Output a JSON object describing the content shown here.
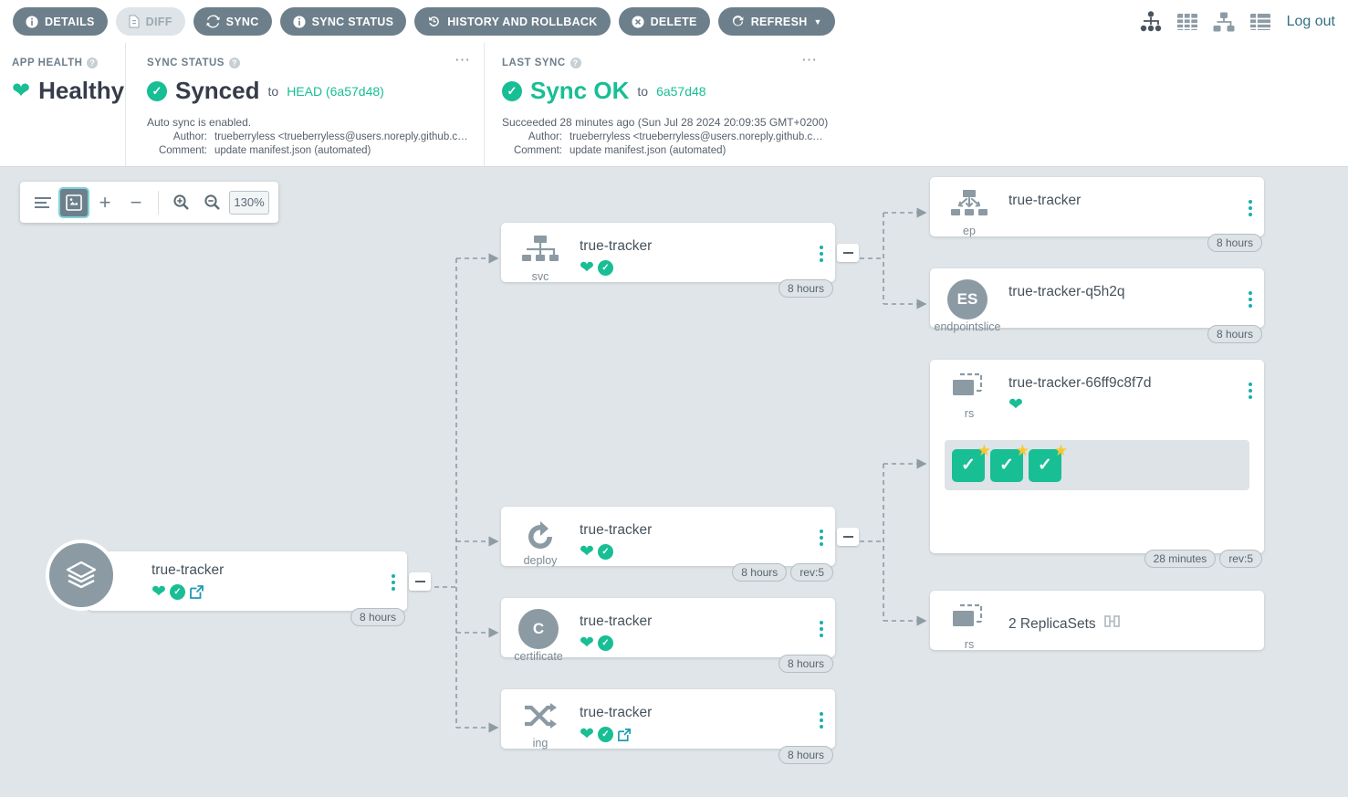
{
  "toolbar": {
    "buttons": [
      {
        "label": "DETAILS",
        "icon": "info-icon",
        "disabled": false
      },
      {
        "label": "DIFF",
        "icon": "file-diff-icon",
        "disabled": true
      },
      {
        "label": "SYNC",
        "icon": "sync-icon",
        "disabled": false
      },
      {
        "label": "SYNC STATUS",
        "icon": "info-icon",
        "disabled": false
      },
      {
        "label": "HISTORY AND ROLLBACK",
        "icon": "history-icon",
        "disabled": false
      },
      {
        "label": "DELETE",
        "icon": "delete-icon",
        "disabled": false
      },
      {
        "label": "REFRESH",
        "icon": "refresh-icon",
        "disabled": false,
        "caret": true
      }
    ],
    "view_icons": [
      {
        "name": "tree-view-icon",
        "active": true
      },
      {
        "name": "tiles-view-icon",
        "active": false
      },
      {
        "name": "network-view-icon",
        "active": false
      },
      {
        "name": "list-view-icon",
        "active": false
      }
    ],
    "logout_label": "Log out"
  },
  "status": {
    "app_health": {
      "label": "APP HEALTH",
      "value": "Healthy",
      "icon": "heart-icon",
      "color": "#18be94"
    },
    "sync_status": {
      "label": "SYNC STATUS",
      "value": "Synced",
      "to_prefix": "to",
      "revision": "HEAD (6a57d48)",
      "note": "Auto sync is enabled.",
      "author_key": "Author:",
      "author_value": "trueberryless <trueberryless@users.noreply.github.c…",
      "comment_key": "Comment:",
      "comment_value": "update manifest.json (automated)"
    },
    "last_sync": {
      "label": "LAST SYNC",
      "value": "Sync OK",
      "to_prefix": "to",
      "revision": "6a57d48",
      "note": "Succeeded 28 minutes ago (Sun Jul 28 2024 20:09:35 GMT+0200)",
      "author_key": "Author:",
      "author_value": "trueberryless <trueberryless@users.noreply.github.c…",
      "comment_key": "Comment:",
      "comment_value": "update manifest.json (automated)"
    }
  },
  "graph_toolbar": {
    "filter_icon": "filter-lines-icon",
    "fit_icon": "fit-to-screen-icon",
    "plus_label": "+",
    "minus_label": "−",
    "zoom_in_icon": "zoom-in-icon",
    "zoom_out_icon": "zoom-out-icon",
    "zoom_level": "130%"
  },
  "nodes": {
    "app": {
      "title": "true-tracker",
      "kind_icon": "layers-stack-icon",
      "health_icon": "heart-icon",
      "sync_icon": "check-circle-icon",
      "link_icon": "external-link-icon",
      "badges": [
        "8 hours"
      ]
    },
    "svc": {
      "title": "true-tracker",
      "kind": "svc",
      "kind_icon": "service-tree-icon",
      "health_icon": "heart-icon",
      "sync_icon": "check-circle-icon",
      "badges": [
        "8 hours"
      ]
    },
    "deploy": {
      "title": "true-tracker",
      "kind": "deploy",
      "kind_icon": "deployment-rotate-icon",
      "health_icon": "heart-icon",
      "sync_icon": "check-circle-icon",
      "badges": [
        "8 hours",
        "rev:5"
      ]
    },
    "certificate": {
      "title": "true-tracker",
      "kind": "certificate",
      "kind_icon": "certificate-avatar",
      "avatar_text": "C",
      "health_icon": "heart-icon",
      "sync_icon": "check-circle-icon",
      "badges": [
        "8 hours"
      ]
    },
    "ingress": {
      "title": "true-tracker",
      "kind": "ing",
      "kind_icon": "ingress-shuffle-icon",
      "health_icon": "heart-icon",
      "sync_icon": "check-circle-icon",
      "link_icon": "external-link-icon",
      "badges": [
        "8 hours"
      ]
    },
    "endpoints": {
      "title": "true-tracker",
      "kind": "ep",
      "kind_icon": "endpoints-icon",
      "badges": [
        "8 hours"
      ]
    },
    "endpointslice": {
      "title": "true-tracker-q5h2q",
      "kind": "endpointslice",
      "kind_icon": "endpointslice-avatar",
      "avatar_text": "ES",
      "badges": [
        "8 hours"
      ]
    },
    "replicaset": {
      "title": "true-tracker-66ff9c8f7d",
      "kind": "rs",
      "kind_icon": "replicaset-icon",
      "health_icon": "heart-icon",
      "pods": [
        {
          "status_icon": "check-icon",
          "badge_icon": "star-icon"
        },
        {
          "status_icon": "check-icon",
          "badge_icon": "star-icon"
        },
        {
          "status_icon": "check-icon",
          "badge_icon": "star-icon"
        }
      ],
      "badges": [
        "28 minutes",
        "rev:5"
      ]
    },
    "replicaset_group": {
      "title": "2 ReplicaSets",
      "kind": "rs",
      "kind_icon": "replicaset-icon",
      "group_icon": "collapse-group-icon",
      "badges": []
    }
  },
  "colors": {
    "accent_green": "#18be94",
    "kebab_teal": "#18b0ae",
    "canvas_bg": "#dfe5e8",
    "toolbar_btn": "#6d7f8b",
    "star_yellow": "#f7c732"
  }
}
